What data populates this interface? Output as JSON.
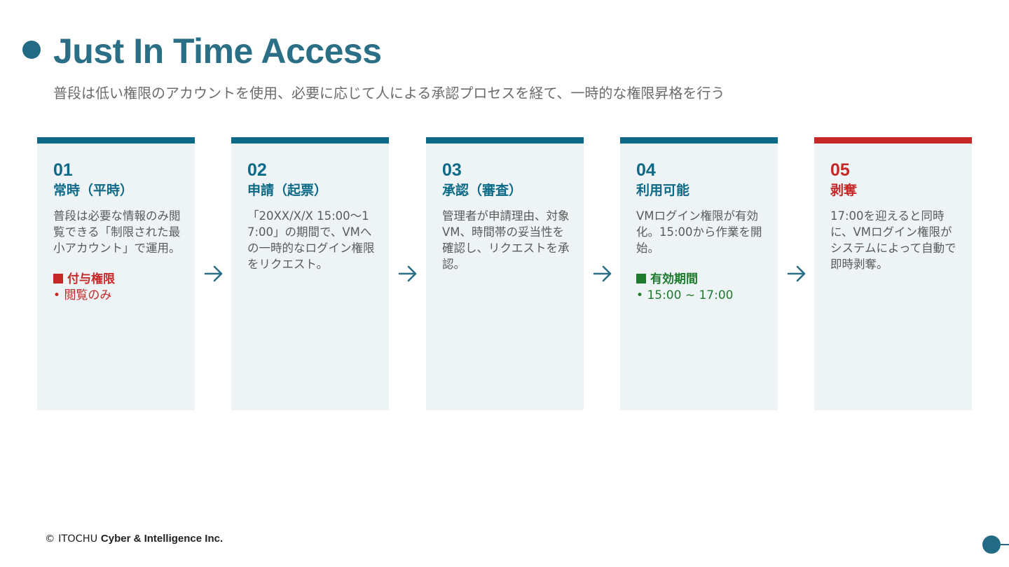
{
  "header": {
    "title": "Just In Time Access",
    "subtitle": "普段は低い権限のアカウントを使用、必要に応じて人による承認プロセスを経て、一時的な権限昇格を行う"
  },
  "steps": [
    {
      "number": "01",
      "title": "常時（平時）",
      "description": "普段は必要な情報のみ閲覧できる「制限された最小アカウント」で運用。",
      "note_title": "付与権限",
      "note_item": "閲覧のみ"
    },
    {
      "number": "02",
      "title": "申請（起票）",
      "description": "「20XX/X/X 15:00〜17:00」の期間で、VMへの一時的なログイン権限をリクエスト。"
    },
    {
      "number": "03",
      "title": "承認（審査）",
      "description": "管理者が申請理由、対象VM、時間帯の妥当性を確認し、リクエストを承認。"
    },
    {
      "number": "04",
      "title": "利用可能",
      "description": "VMログイン権限が有効化。15:00から作業を開始。",
      "note_title": "有効期間",
      "note_item": "15:00 ~ 17:00"
    },
    {
      "number": "05",
      "title": "剥奪",
      "description": "17:00を迎えると同時に、VMログイン権限がシステムによって自動で即時剥奪。"
    }
  ],
  "footer": {
    "copyright": "© ITOCHU",
    "company": "Cyber & Intelligence Inc."
  },
  "colors": {
    "accent": "#0d6a86",
    "title": "#2a6f86",
    "danger": "#c62828",
    "success": "#1f7a2e",
    "card_background": "#eef4f6"
  },
  "icons": {
    "step_arrow": "arrow-right-icon",
    "title_bullet": "circle-bullet-icon"
  }
}
